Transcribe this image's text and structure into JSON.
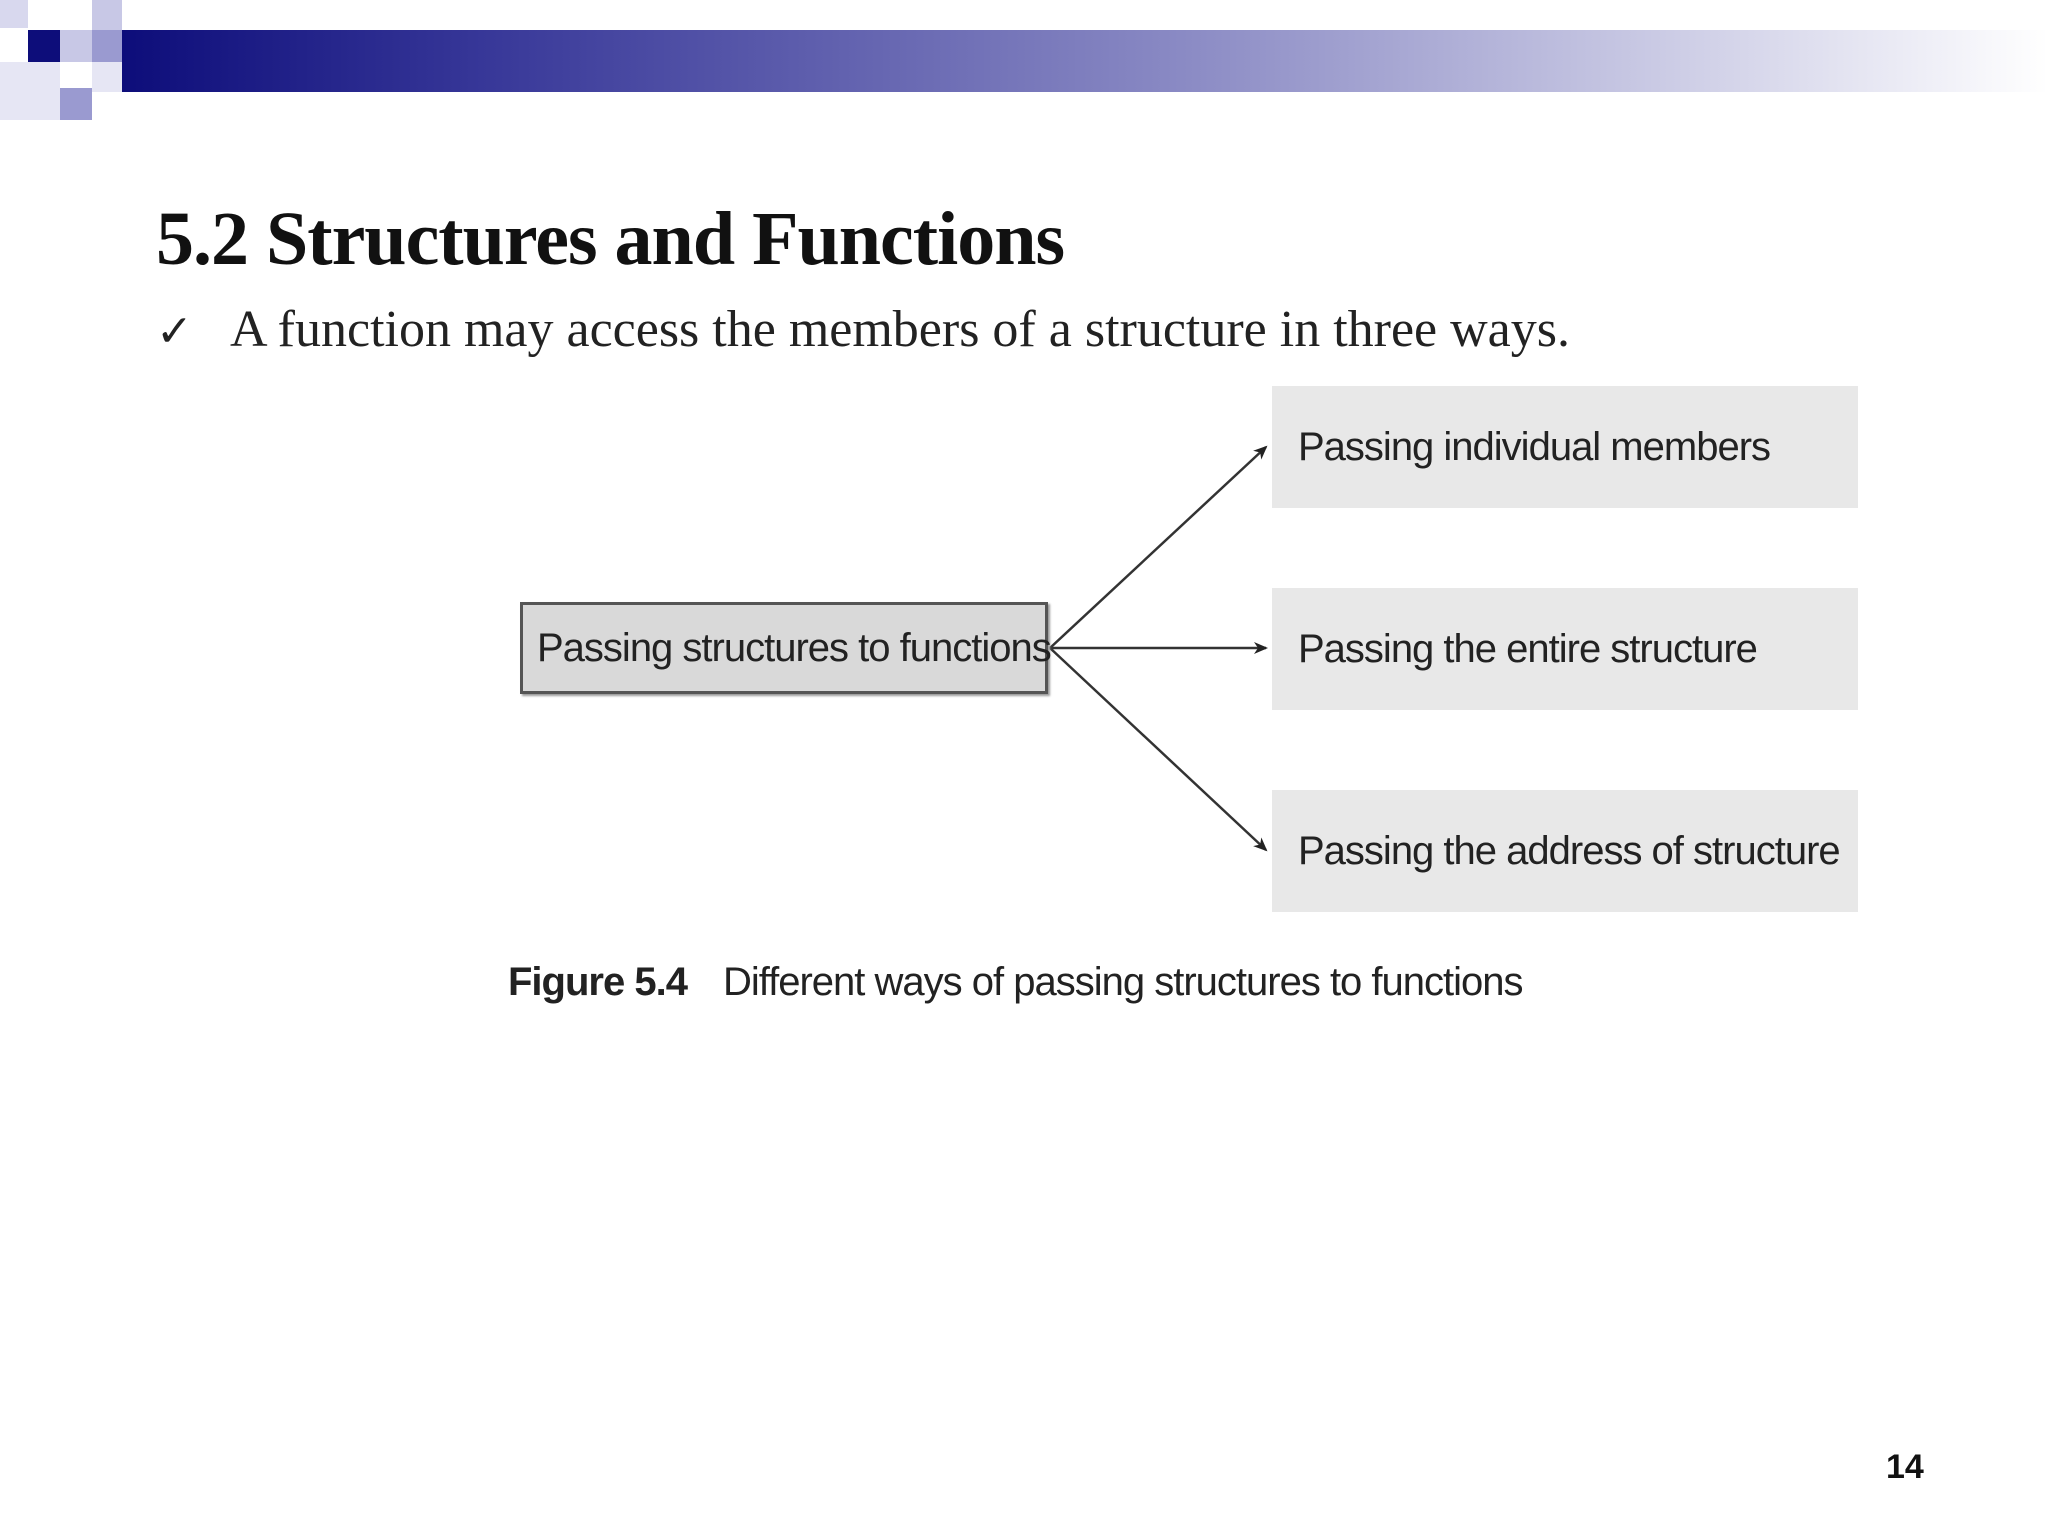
{
  "slide": {
    "title": "5.2 Structures and Functions",
    "bullet": "A function may access the members of a structure in three ways.",
    "bullet_icon": "check-icon",
    "page_number": "14"
  },
  "diagram": {
    "root": "Passing structures to functions",
    "leaves": [
      "Passing individual members",
      "Passing the entire structure",
      "Passing the address of structure"
    ]
  },
  "figure": {
    "label": "Figure 5.4",
    "caption": "Different ways of passing structures to functions"
  },
  "colors": {
    "banner_dark": "#0d0d7a",
    "root_fill": "#d9d9d9",
    "leaf_fill": "#e8e8e8"
  }
}
